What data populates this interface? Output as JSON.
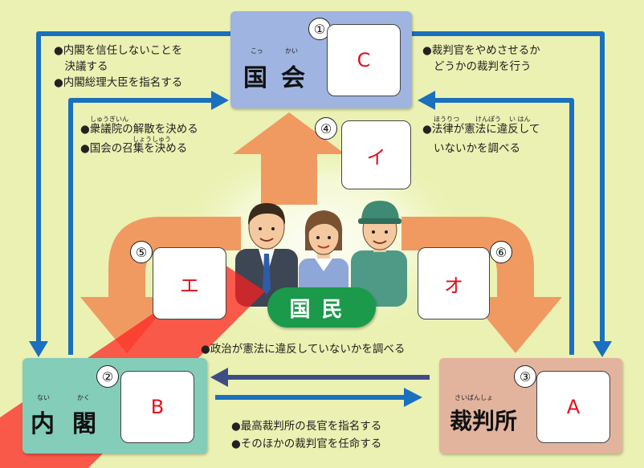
{
  "nodes": {
    "kokkai": {
      "num": "①",
      "ruby1": "こっ",
      "ruby2": "かい",
      "label1": "国",
      "label2": "会",
      "answer": "C"
    },
    "naikaku": {
      "num": "②",
      "ruby1": "ない",
      "ruby2": "かく",
      "label1": "内",
      "label2": "閣",
      "answer": "B"
    },
    "saibansho": {
      "num": "③",
      "ruby": "さいばんしょ",
      "label": "裁判所",
      "answer": "A"
    }
  },
  "cards": {
    "i": {
      "num": "④",
      "answer": "イ"
    },
    "e": {
      "num": "⑤",
      "answer": "エ"
    },
    "o": {
      "num": "⑥",
      "answer": "オ"
    }
  },
  "kokumin": "国民",
  "texts": {
    "kokkai_to_naikaku": [
      "●内閣を信任しないことを",
      "　決議する",
      "●内閣総理大臣を指名する"
    ],
    "naikaku_to_kokkai": [
      "●衆議院の解散を決める",
      "●国会の召集を決める"
    ],
    "naikaku_to_kokkai_ruby": {
      "shugiin": "しゅうぎいん",
      "shoshu": "しょうしゅう"
    },
    "kokkai_to_saibansho": [
      "●裁判官をやめさせるか",
      "どうかの裁判を行う"
    ],
    "saibansho_to_kokkai": [
      "●法律が憲法に違反して",
      "いないかを調べる"
    ],
    "saibansho_to_kokkai_ruby": {
      "horitsu": "ほうりつ",
      "kenpo": "けんぽう",
      "ihan": "い はん"
    },
    "saibansho_to_naikaku": "●政治が憲法に違反していないかを調べる",
    "naikaku_to_saibansho": [
      "●最高裁判所の長官を指名する",
      "●そのほかの裁判官を任命する"
    ]
  },
  "colors": {
    "background": "#eaf1b2",
    "kokkai": "#9fb4e0",
    "naikaku": "#84cdb8",
    "saibansho": "#e2b49e",
    "blue_arrow": "#1b6fbf",
    "navy_arrow": "#3f4d86",
    "orange_arrow": "#f09a62",
    "kokumin": "#1a9a4a",
    "answer_text": "#e0101c"
  }
}
